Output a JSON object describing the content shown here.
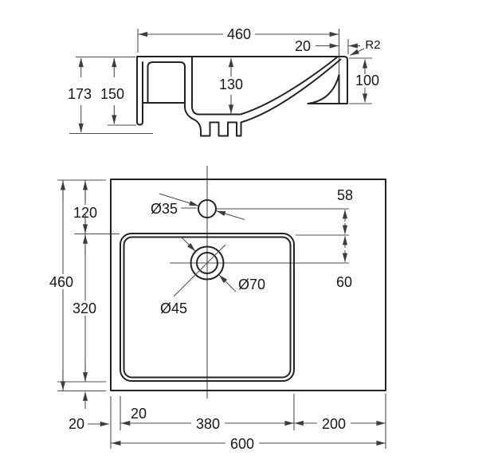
{
  "drawing": {
    "background": "#ffffff",
    "outline_color": "#232323",
    "dimension_color": "#4f4f4f",
    "section_view": {
      "overall_width": "460",
      "rear_rim_width": "20",
      "rim_corner_radius": "R2",
      "basin_depth": "130",
      "rear_height": "100",
      "total_height": "173",
      "front_height": "150"
    },
    "plan_view": {
      "total_depth": "460",
      "front_edge_to_basin": "120",
      "basin_front_to_back": "320",
      "faucet_hole_diameter": "Ø35",
      "drain_recess_diameter": "Ø70",
      "drain_hole_diameter": "Ø45",
      "faucet_to_basin_edge": "58",
      "basin_edge_to_drain": "60",
      "left_overhang": "20",
      "basin_side_gap": "20",
      "basin_width": "380",
      "right_deck_width": "200",
      "total_width": "600"
    }
  }
}
